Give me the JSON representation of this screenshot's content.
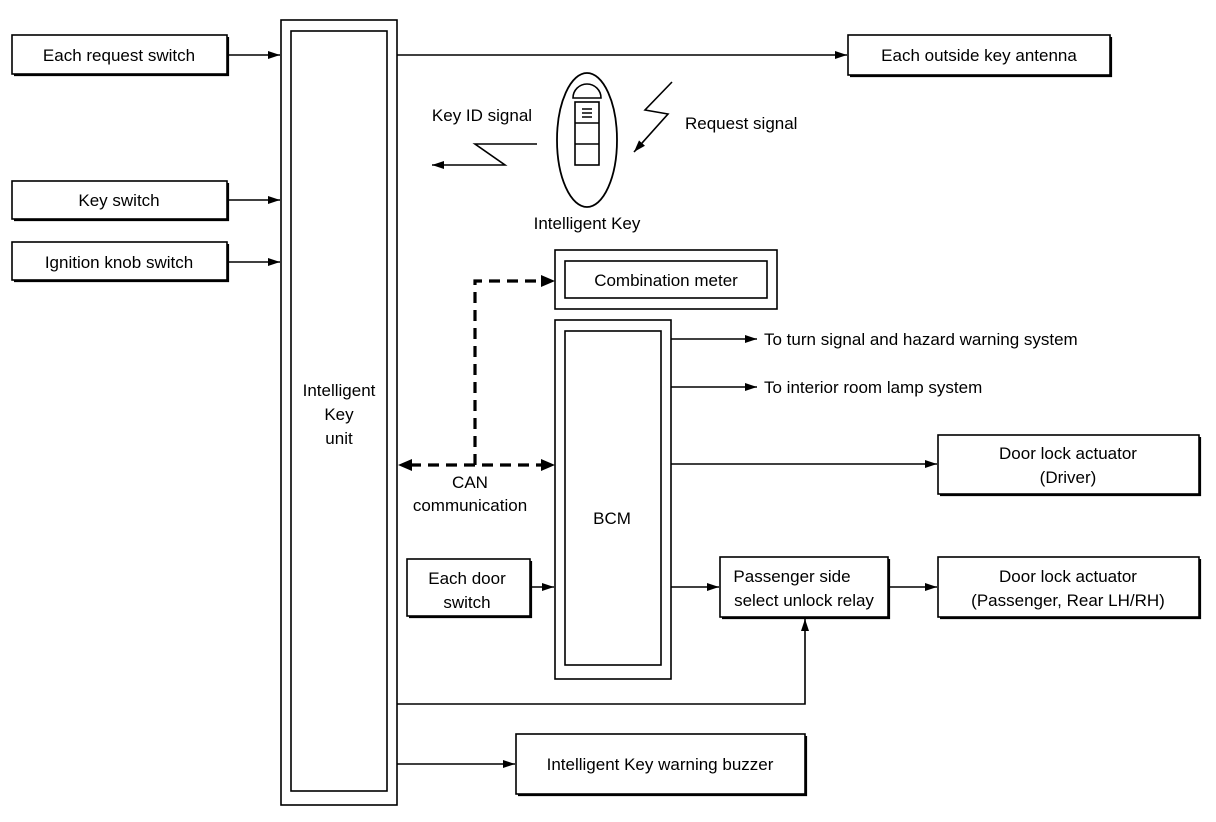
{
  "inputs": {
    "request_switch": "Each request switch",
    "key_switch": "Key switch",
    "ignition_knob_switch": "Ignition knob switch",
    "door_switch_line1": "Each door",
    "door_switch_line2": "switch"
  },
  "units": {
    "ik_unit_line1": "Intelligent",
    "ik_unit_line2": "Key",
    "ik_unit_line3": "unit",
    "bcm": "BCM",
    "combination_meter": "Combination meter"
  },
  "outputs": {
    "outside_key_antenna": "Each outside key antenna",
    "turn_signal": "To turn signal and hazard warning system",
    "interior_lamp": "To interior room lamp system",
    "door_actuator_driver_line1": "Door lock actuator",
    "door_actuator_driver_line2": "(Driver)",
    "relay_line1": "Passenger side",
    "relay_line2": "select unlock relay",
    "door_actuator_pass_line1": "Door lock actuator",
    "door_actuator_pass_line2": "(Passenger, Rear LH/RH)",
    "warning_buzzer": "Intelligent Key warning buzzer"
  },
  "signals": {
    "key_id": "Key ID signal",
    "request": "Request signal",
    "intelligent_key": "Intelligent Key",
    "can_line1": "CAN",
    "can_line2": "communication"
  }
}
